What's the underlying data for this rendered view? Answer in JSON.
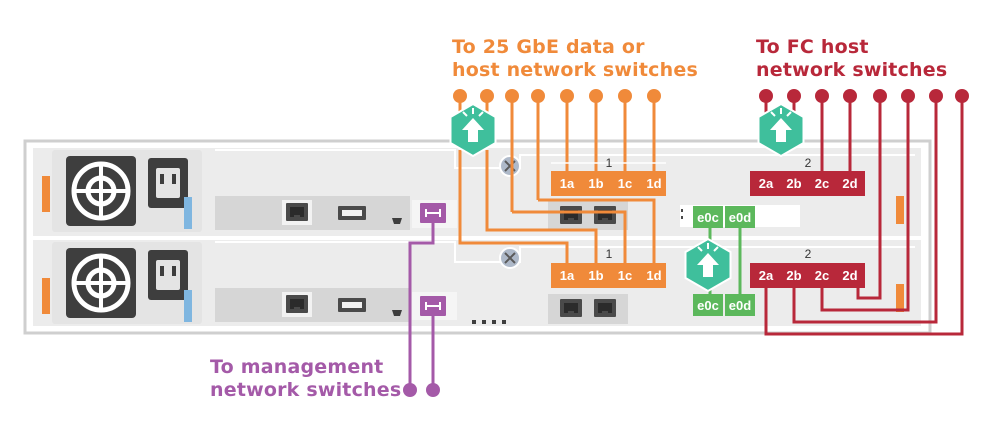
{
  "labels": {
    "data_switches": [
      "To 25 GbE data or",
      "host network switches"
    ],
    "fc_switches": [
      "To FC host",
      "network switches"
    ],
    "mgmt_switches": [
      "To management",
      "network switches"
    ]
  },
  "controller_top": {
    "slot_number": "1",
    "slot2_number": "2",
    "ports_25gbe": [
      "1a",
      "1b",
      "1c",
      "1d"
    ],
    "ports_fc": [
      "2a",
      "2b",
      "2c",
      "2d"
    ],
    "ports_cluster": [
      "e0c",
      "e0d"
    ]
  },
  "controller_bottom": {
    "slot_number": "1",
    "slot2_number": "2",
    "ports_25gbe": [
      "1a",
      "1b",
      "1c",
      "1d"
    ],
    "ports_fc": [
      "2a",
      "2b",
      "2c",
      "2d"
    ],
    "ports_cluster": [
      "e0c",
      "e0d"
    ]
  },
  "colors": {
    "data": "#f08a3a",
    "fc": "#b8283a",
    "management": "#a45aa8",
    "cluster": "#5cb85c",
    "switch_badge": "#3fbf9c",
    "chassis": "#e9e9e9",
    "chassis_outline": "#cfcfcf"
  },
  "icons": {
    "switch": "network-switch-icon",
    "management_port": "wrench-port-icon",
    "thumbscrew": "thumbscrew-icon",
    "power": "power-inlet-icon",
    "fan": "fan-icon",
    "ethernet": "rj45-port-icon",
    "usb": "usb-port-icon"
  }
}
